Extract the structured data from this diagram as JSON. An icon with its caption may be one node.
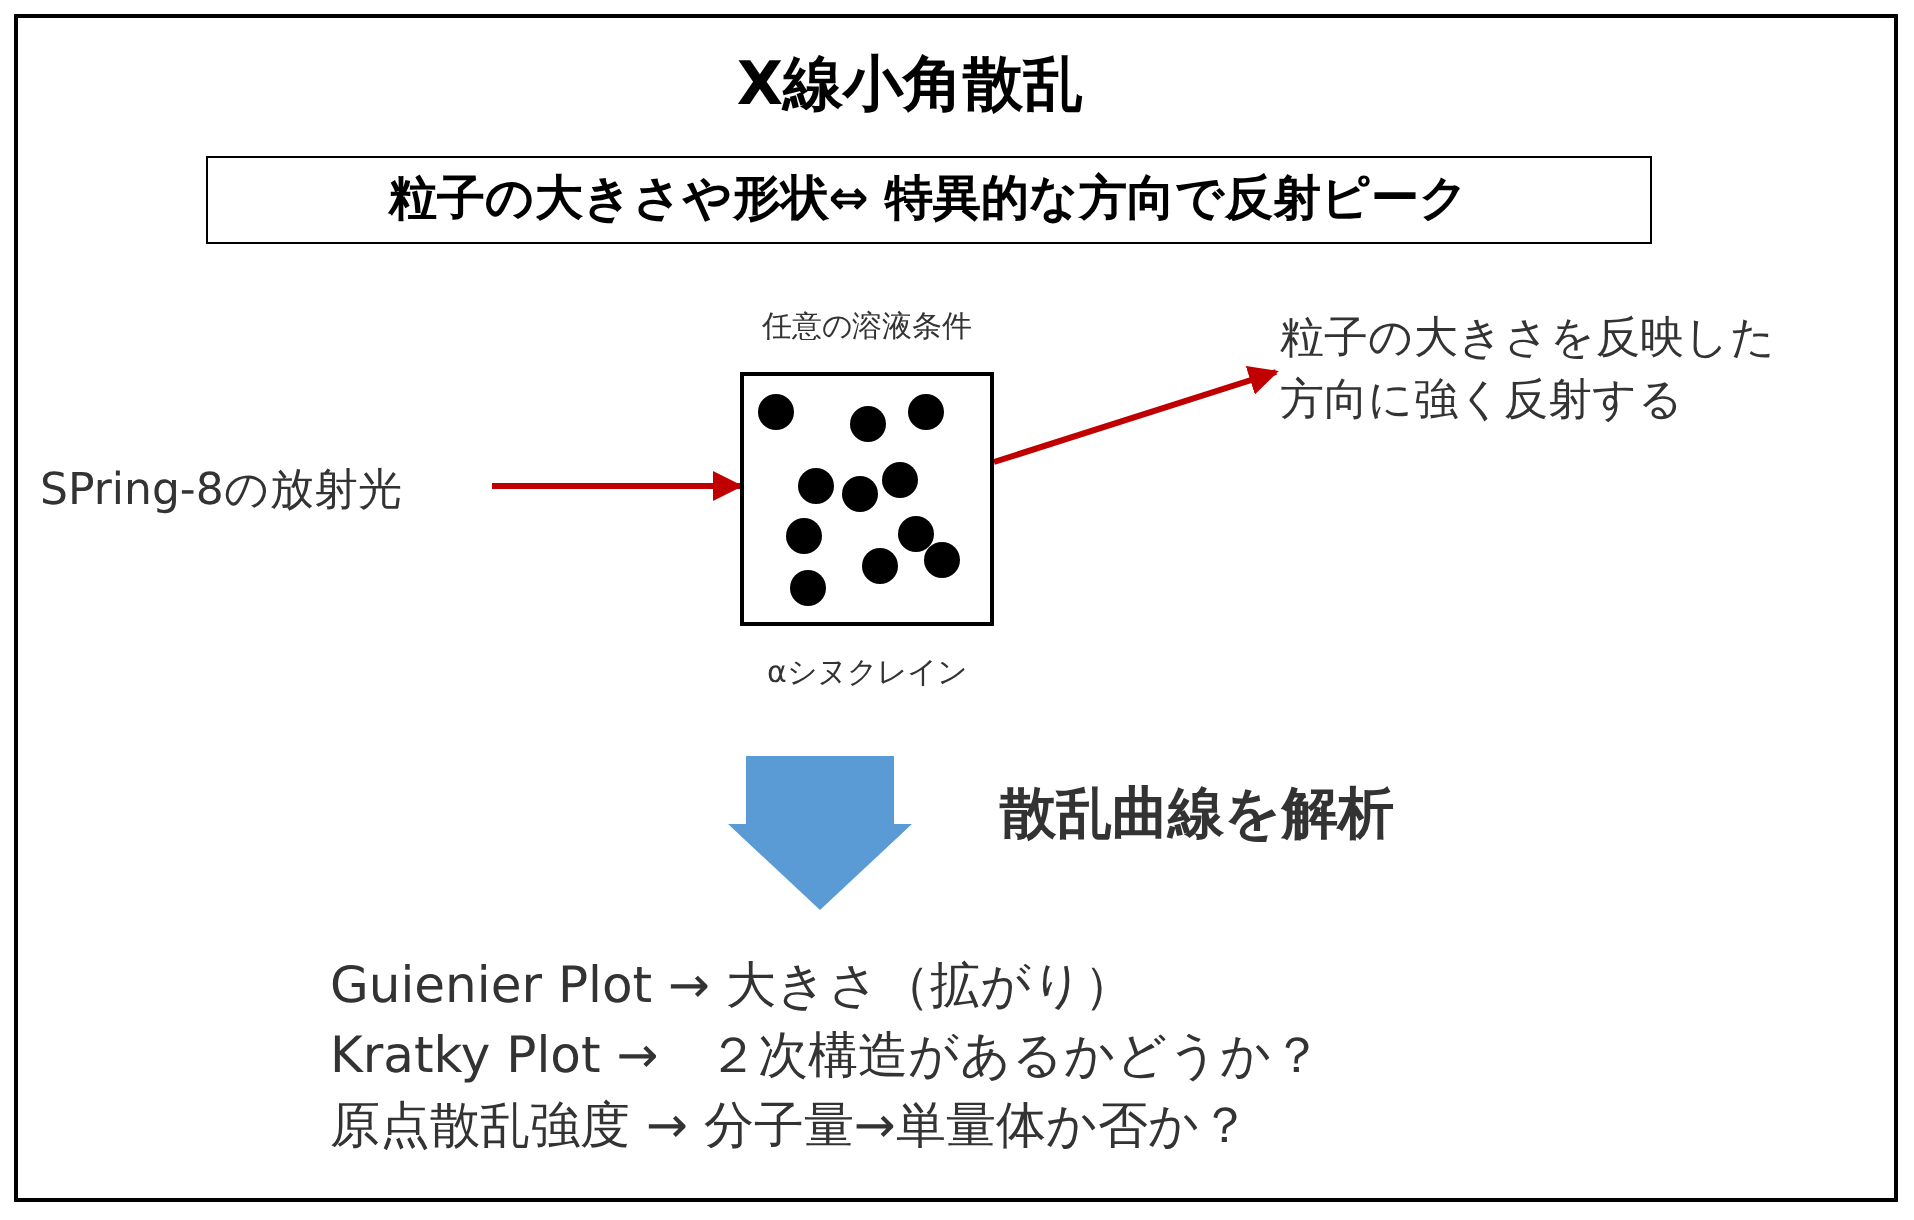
{
  "diagram": {
    "title": "X線小角散乱",
    "nodes": [
      {
        "text": [
          "粒子の大きさや形状⇔ 特異的な方向で反射ピーク"
        ]
      },
      {
        "text": [
          "SPring-8の放射光"
        ]
      },
      {
        "text": [],
        "shape": "box",
        "beside": [
          "任意の溶液条件",
          "αシヌクレイン"
        ]
      },
      {
        "text": [
          "粒子の大きさを反映した方向に強く反射する"
        ]
      }
    ],
    "edges": [
      {
        "from": 1,
        "to": 2,
        "arrow": "to",
        "color": "#c00000"
      },
      {
        "from": 2,
        "to": 3,
        "arrow": "to",
        "color": "#c00000"
      }
    ],
    "labels": [
      "散乱曲線を解析",
      "Guienier Plot → 大きさ（拡がり）",
      "Kratky Plot →　２次構造があるかどうか？",
      "原点散乱強度 → 分子量→単量体か否か？"
    ]
  }
}
